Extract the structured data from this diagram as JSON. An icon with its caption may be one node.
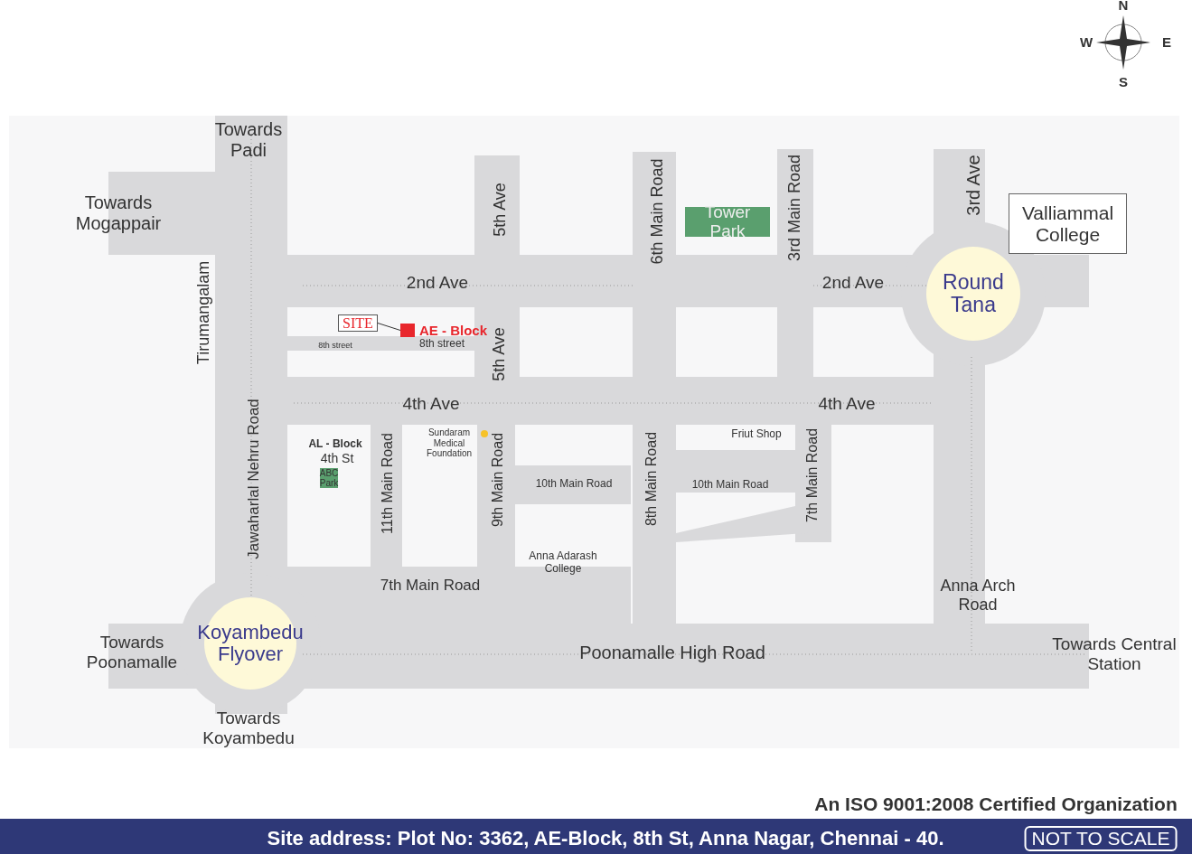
{
  "diagram": {
    "nodes": [
      {
        "text": [
          "Tower Park"
        ]
      },
      {
        "text": [
          "Valliammal College"
        ]
      },
      {
        "text": [
          "Round Tana"
        ]
      },
      {
        "text": [
          "SITE"
        ]
      },
      {
        "text": [],
        "shape": "box",
        "beside": [
          "AE - Block"
        ]
      },
      {
        "text": [
          "ABC Park"
        ]
      },
      {
        "text": [
          "Koyambedu Flyover"
        ]
      }
    ],
    "edges": [
      {
        "from": 3,
        "to": 4,
        "arrow": "none"
      }
    ],
    "labels": [
      "N",
      "W",
      "E",
      "S",
      "Towards Padi",
      "Towards Mogappair",
      "5th Ave",
      "6th Main Road",
      "3rd Main Road",
      "3rd Ave",
      "Tirumangalam",
      "2nd Ave",
      "2nd Ave",
      "8th street",
      "8th street",
      "5th Ave",
      "4th Ave",
      "4th Ave",
      "AL - Block",
      "4th St",
      "11th Main Road",
      "Sundaram Medical Foundation",
      "9th Main Road",
      "10th Main Road",
      "Anna Adarash College",
      "8th Main Road",
      "Friut Shop",
      "10th Main Road",
      "7th Main Road",
      "Jawaharlal Nehru Road",
      "7th Main Road",
      "Anna Arch Road",
      "Towards Poonamalle",
      "Poonamalle High Road",
      "Towards Central Station",
      "Towards Koyambedu",
      "An ISO 9001:2008 Certified Organization",
      "Site address: Plot No: 3362, AE-Block, 8th St, Anna Nagar, Chennai - 40.",
      "NOT TO SCALE"
    ]
  }
}
